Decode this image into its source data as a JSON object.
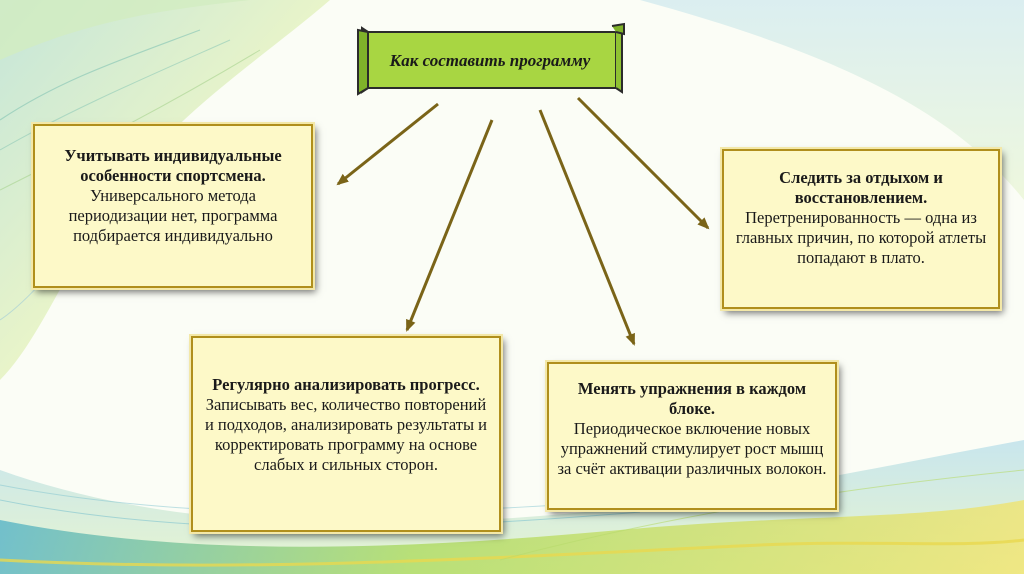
{
  "diagram": {
    "title": "Как составить программу",
    "boxes": [
      {
        "id": "individual",
        "heading": "Учитывать индивидуальные особенности спортсмена.",
        "body": "Универсального метода периодизации нет, программа подбирается индивидуально"
      },
      {
        "id": "recovery",
        "heading": "Следить за отдыхом и восстановлением.",
        "body": "Перетренированность — одна из главных причин, по которой атлеты попадают в плато."
      },
      {
        "id": "progress",
        "heading": "Регулярно анализировать прогресс.",
        "body": "Записывать вес, количество повторений и подходов, анализировать результаты и корректировать программу на основе слабых и сильных сторон."
      },
      {
        "id": "exercises",
        "heading": "Менять упражнения в каждом блоке.",
        "body": "Периодическое включение новых упражнений стимулирует рост мышц за счёт активации различных волокон."
      }
    ]
  },
  "colors": {
    "box_fill": "#fdf9c8",
    "box_border": "#b08f1c",
    "scroll_fill": "#a8d642",
    "arrow": "#7a6418"
  }
}
